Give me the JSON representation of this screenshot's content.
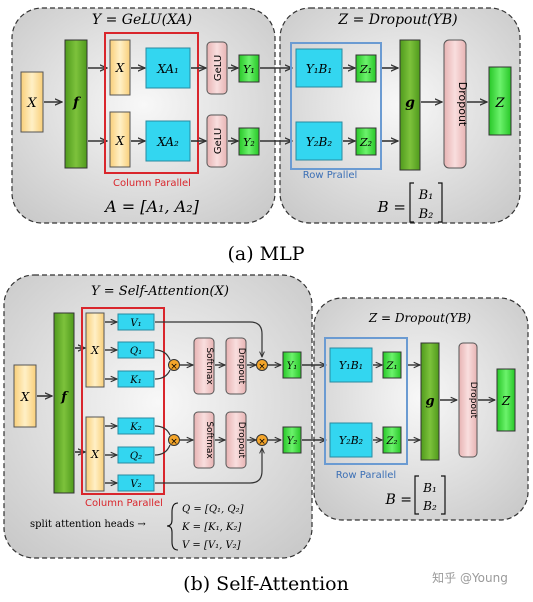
{
  "mlp": {
    "left_title": "Y = GeLU(XA)",
    "right_title": "Z = Dropout(YB)",
    "input": "X",
    "f": "f",
    "g": "g",
    "x_top": "X",
    "x_bottom": "X",
    "xa1": "XA₁",
    "xa2": "XA₂",
    "gelu_top": "GeLU",
    "gelu_bottom": "GeLU",
    "y1": "Y₁",
    "y2": "Y₂",
    "y1b1": "Y₁B₁",
    "y2b2": "Y₂B₂",
    "z1": "Z₁",
    "z2": "Z₂",
    "dropout": "Dropout",
    "z": "Z",
    "column_parallel": "Column Parallel",
    "row_parallel": "Row Prallel",
    "a_eq": "A = [A₁, A₂]",
    "b_label": "B =",
    "b1": "B₁",
    "b2": "B₂",
    "caption": "(a) MLP"
  },
  "attn": {
    "left_title": "Y = Self-Attention(X)",
    "right_title": "Z = Dropout(YB)",
    "input": "X",
    "f": "f",
    "g": "g",
    "x_top": "X",
    "x_bottom": "X",
    "v1": "V₁",
    "q1": "Q₁",
    "k1": "K₁",
    "k2": "K₂",
    "q2": "Q₂",
    "v2": "V₂",
    "softmax_top": "Softmax",
    "softmax_bottom": "Softmax",
    "dropout_top": "Dropout",
    "dropout_bottom": "Dropout",
    "y1": "Y₁",
    "y2": "Y₂",
    "y1b1": "Y₁B₁",
    "y2b2": "Y₂B₂",
    "z1": "Z₁",
    "z2": "Z₂",
    "dropout_right": "Dropout",
    "z": "Z",
    "column_parallel": "Column Parallel",
    "row_parallel": "Row Parallel",
    "split_heads": "split attention heads →",
    "q_eq": "Q = [Q₁, Q₂]",
    "k_eq": "K = [K₁, K₂]",
    "v_eq": "V = [V₁, V₂]",
    "b_label": "B =",
    "b1": "B₁",
    "b2": "B₂",
    "caption": "(b) Self-Attention"
  },
  "watermark": "知乎 @Young",
  "colors": {
    "panel_fill": "#dcdcdc",
    "input_yellow": "#fde3a4",
    "green_dark": "#6fb52f",
    "green_bright": "#3ee43e",
    "cyan": "#33d6f0",
    "pink": "#f2cccc",
    "red_box": "#d9262c",
    "blue_box": "#6b9bd2",
    "orange": "#f4a52a"
  }
}
